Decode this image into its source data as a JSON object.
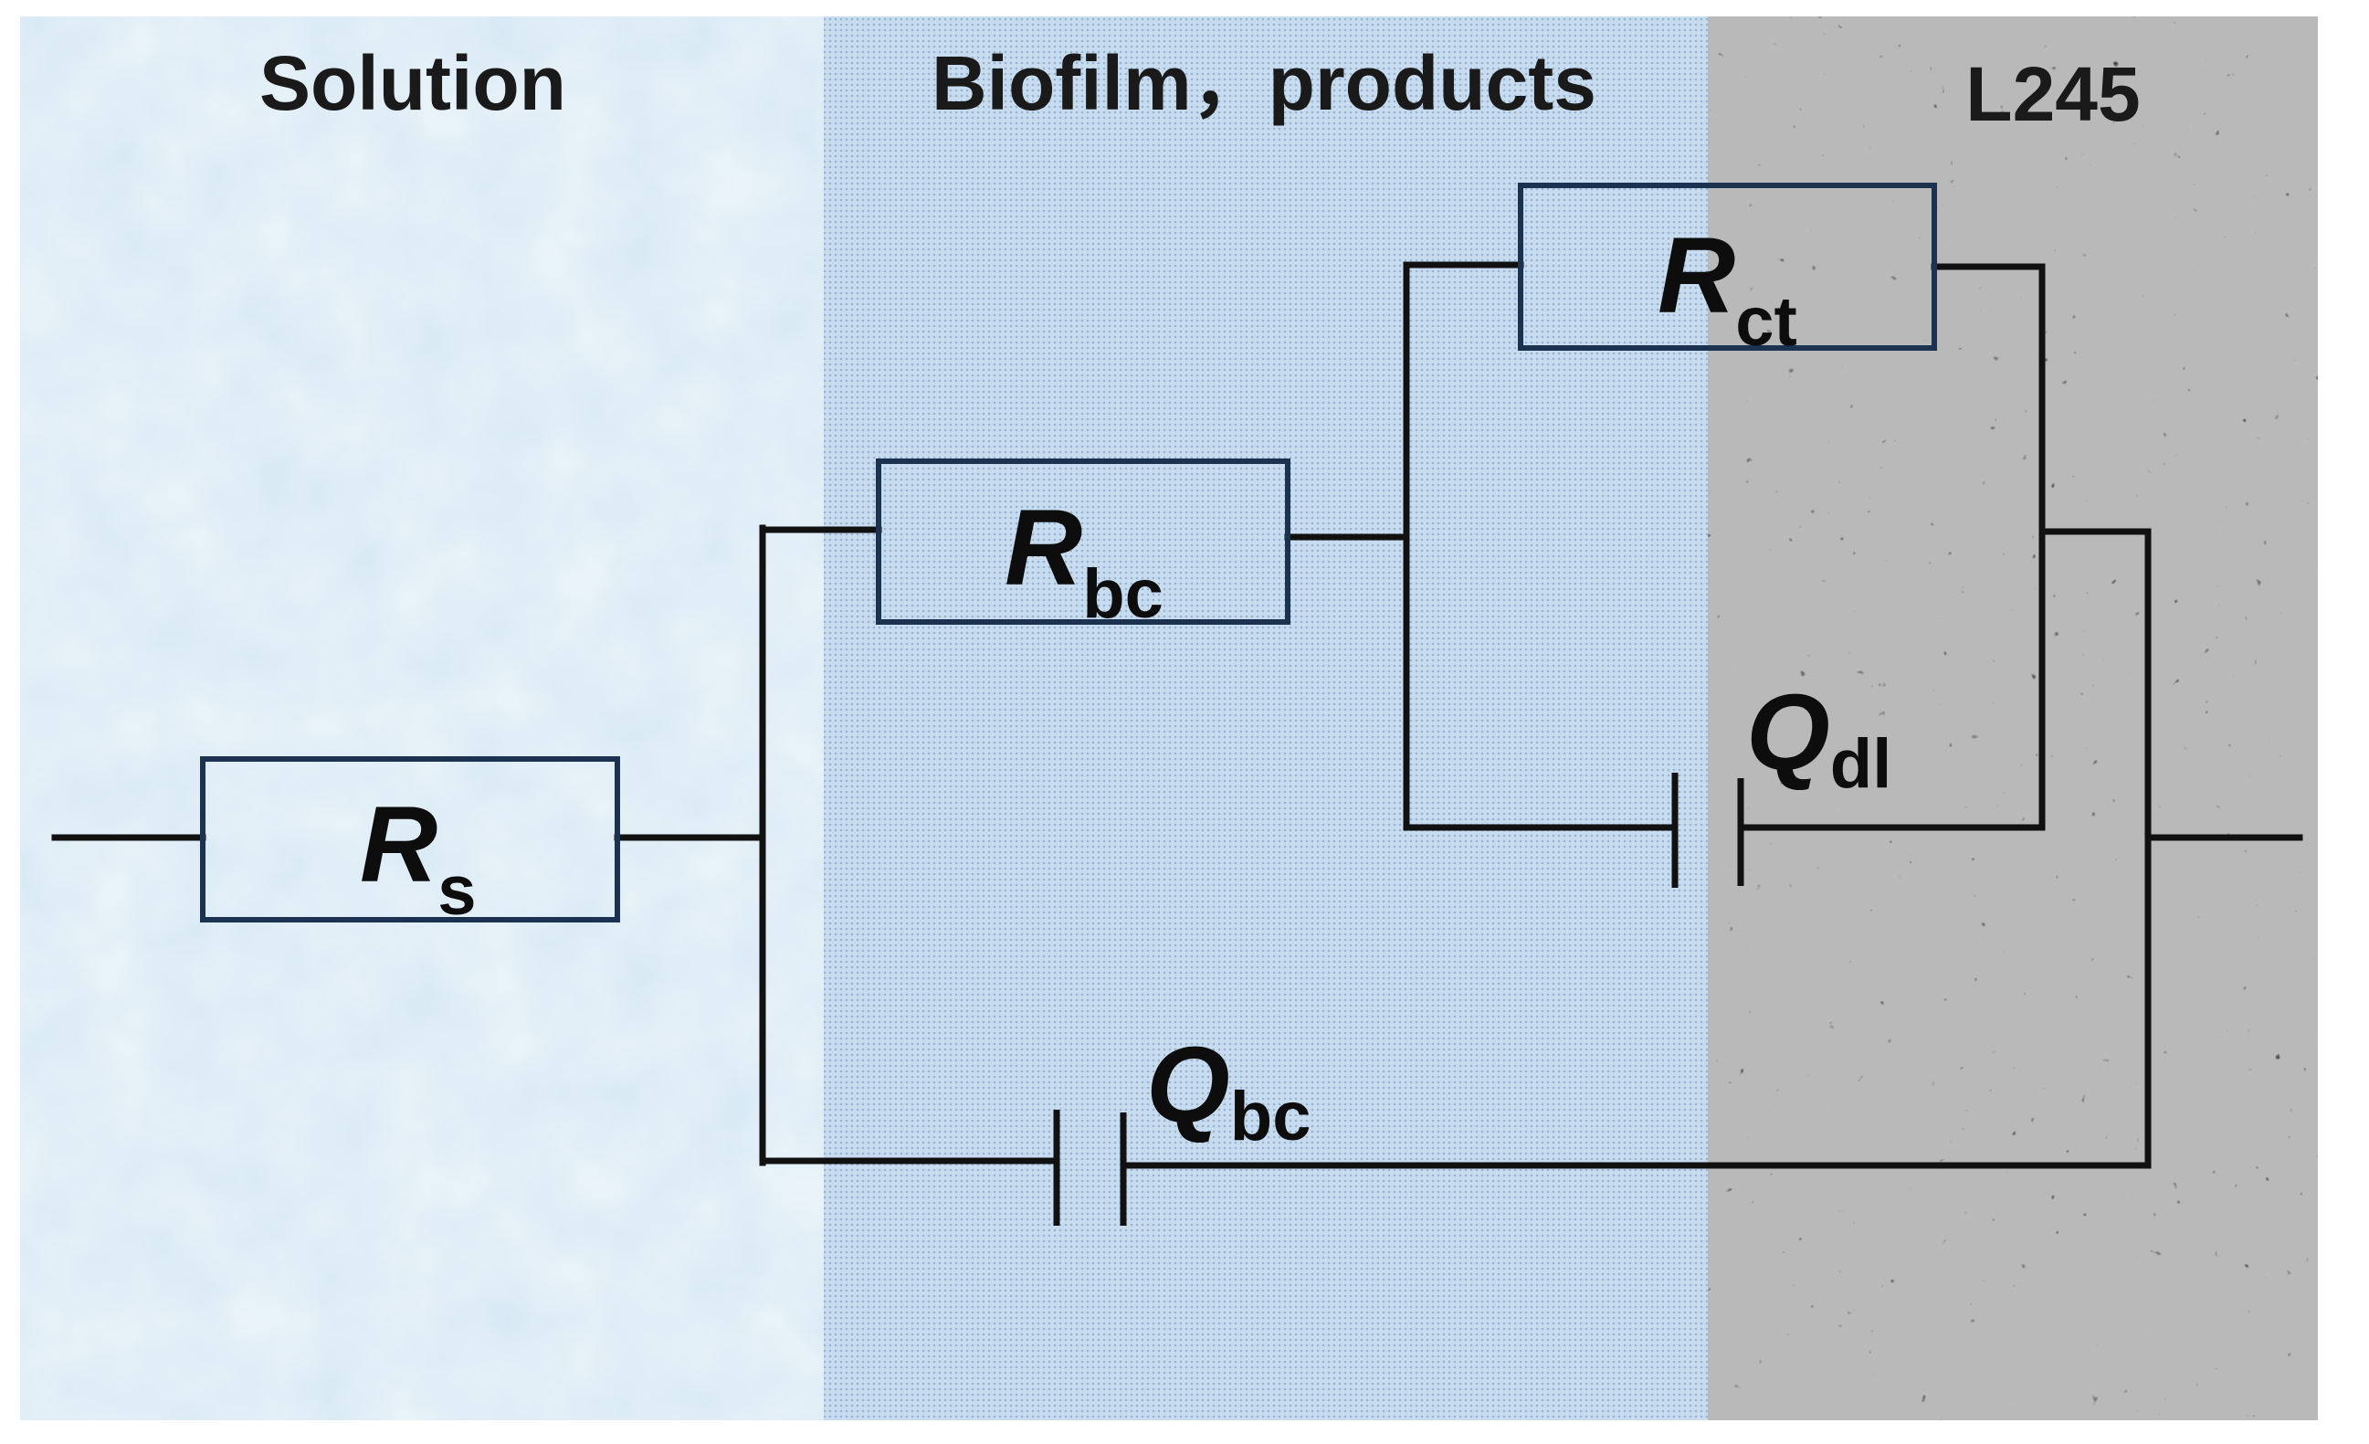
{
  "regions": {
    "solution": "Solution",
    "biofilm": "Biofilm，products",
    "metal": "L245"
  },
  "components": {
    "rs": {
      "symbol": "R",
      "subscript": "s"
    },
    "rbc": {
      "symbol": "R",
      "subscript": "bc"
    },
    "rct": {
      "symbol": "R",
      "subscript": "ct"
    },
    "qdl": {
      "symbol": "Q",
      "subscript": "dl"
    },
    "qbc": {
      "symbol": "Q",
      "subscript": "bc"
    }
  },
  "colors": {
    "solution_bg": "#d6e8f4",
    "biofilm_bg": "#c6daee",
    "metal_bg": "#b4b4b4",
    "resistor_border": "#1b3350",
    "wire": "#111111"
  }
}
